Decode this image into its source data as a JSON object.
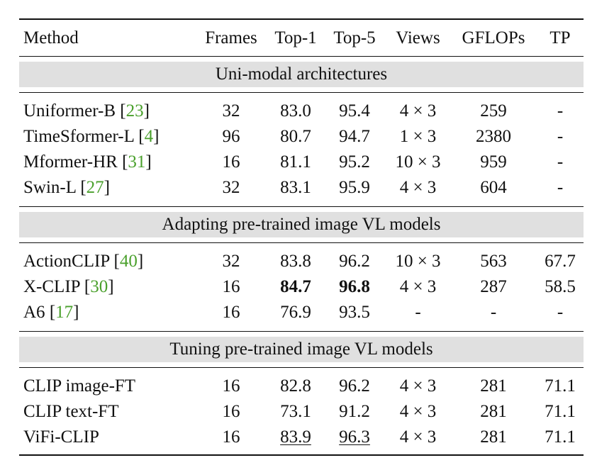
{
  "header": {
    "method": "Method",
    "frames": "Frames",
    "top1": "Top-1",
    "top5": "Top-5",
    "views": "Views",
    "gflops": "GFLOPs",
    "tp": "TP"
  },
  "sections": [
    {
      "title": "Uni-modal architectures",
      "rows": [
        {
          "method": "Uniformer-B ",
          "open": "[",
          "cite": "23",
          "close": "]",
          "frames": "32",
          "top1": "83.0",
          "top5": "95.4",
          "views": "4 × 3",
          "gflops": "259",
          "tp": "-"
        },
        {
          "method": "TimeSformer-L ",
          "open": "[",
          "cite": "4",
          "close": "]",
          "frames": "96",
          "top1": "80.7",
          "top5": "94.7",
          "views": "1 × 3",
          "gflops": "2380",
          "tp": "-"
        },
        {
          "method": "Mformer-HR ",
          "open": "[",
          "cite": "31",
          "close": "]",
          "frames": "16",
          "top1": "81.1",
          "top5": "95.2",
          "views": "10 × 3",
          "gflops": "959",
          "tp": "-"
        },
        {
          "method": "Swin-L ",
          "open": "[",
          "cite": "27",
          "close": "]",
          "frames": "32",
          "top1": "83.1",
          "top5": "95.9",
          "views": "4 × 3",
          "gflops": "604",
          "tp": "-"
        }
      ]
    },
    {
      "title": "Adapting pre-trained image VL models",
      "rows": [
        {
          "method": "ActionCLIP ",
          "open": "[",
          "cite": "40",
          "close": "]",
          "frames": "32",
          "top1": "83.8",
          "top5": "96.2",
          "views": "10 × 3",
          "gflops": "563",
          "tp": "67.7"
        },
        {
          "method": "X-CLIP ",
          "open": "[",
          "cite": "30",
          "close": "]",
          "frames": "16",
          "top1": "84.7",
          "top5": "96.8",
          "views": "4 × 3",
          "gflops": "287",
          "tp": "58.5",
          "emph": "bold"
        },
        {
          "method": "A6 ",
          "open": "[",
          "cite": "17",
          "close": "]",
          "frames": "16",
          "top1": "76.9",
          "top5": "93.5",
          "views": "-",
          "gflops": "-",
          "tp": "-"
        }
      ]
    },
    {
      "title": "Tuning pre-trained image VL models",
      "rows": [
        {
          "method": "CLIP image-FT",
          "frames": "16",
          "top1": "82.8",
          "top5": "96.2",
          "views": "4 × 3",
          "gflops": "281",
          "tp": "71.1"
        },
        {
          "method": "CLIP text-FT",
          "frames": "16",
          "top1": "73.1",
          "top5": "91.2",
          "views": "4 × 3",
          "gflops": "281",
          "tp": "71.1"
        },
        {
          "method": "ViFi-CLIP",
          "frames": "16",
          "top1": "83.9",
          "top5": "96.3",
          "views": "4 × 3",
          "gflops": "281",
          "tp": "71.1",
          "emph": "underline"
        }
      ]
    }
  ],
  "colors": {
    "citation": "#4aa02c",
    "section_background": "#e0e0e0",
    "rule": "#111111"
  }
}
